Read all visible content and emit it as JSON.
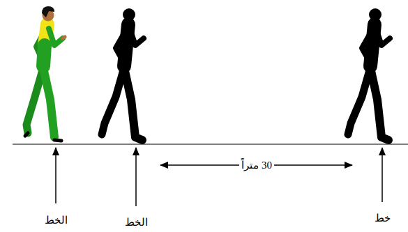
{
  "diagram": {
    "labels": [
      "الخط",
      "الخط",
      "30 متراً",
      "خط"
    ]
  }
}
